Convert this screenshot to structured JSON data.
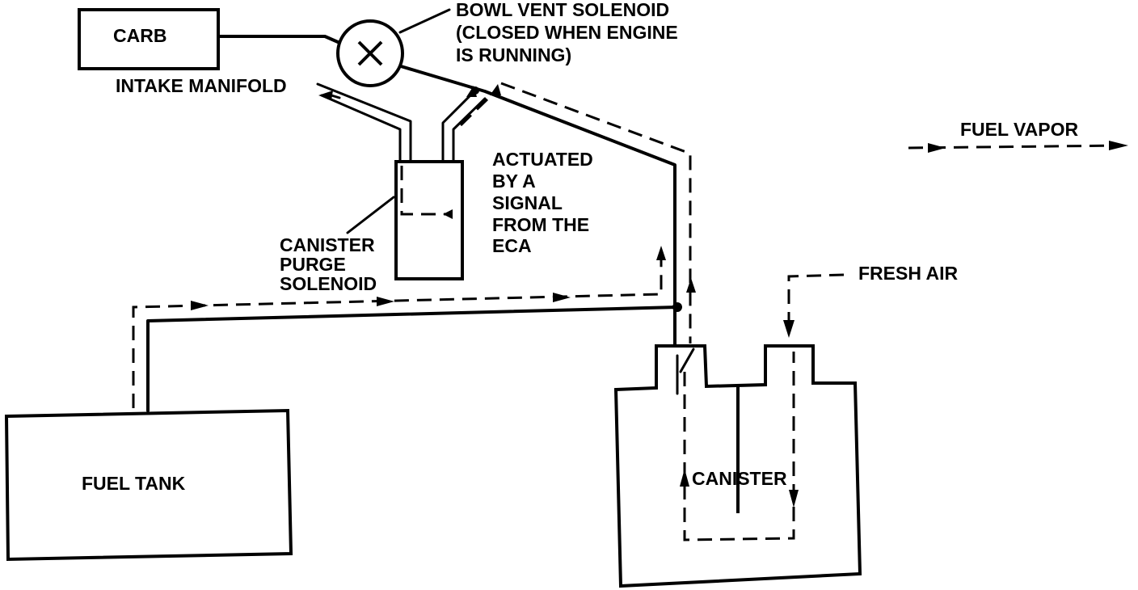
{
  "labels": {
    "carb": "CARB",
    "intake_manifold": "INTAKE MANIFOLD",
    "bowl_vent_line1": "BOWL VENT SOLENOID",
    "bowl_vent_line2": "(CLOSED WHEN ENGINE",
    "bowl_vent_line3": "IS RUNNING)",
    "actuated_line1": "ACTUATED",
    "actuated_line2": "BY A",
    "actuated_line3": "SIGNAL",
    "actuated_line4": "FROM THE",
    "actuated_line5": "ECA",
    "canister_purge_line1": "CANISTER",
    "canister_purge_line2": "PURGE",
    "canister_purge_line3": "SOLENOID",
    "fuel_vapor": "FUEL VAPOR",
    "fresh_air": "FRESH AIR",
    "fuel_tank": "FUEL TANK",
    "canister": "CANISTER"
  },
  "colors": {
    "line": "#000000",
    "background": "#ffffff"
  }
}
